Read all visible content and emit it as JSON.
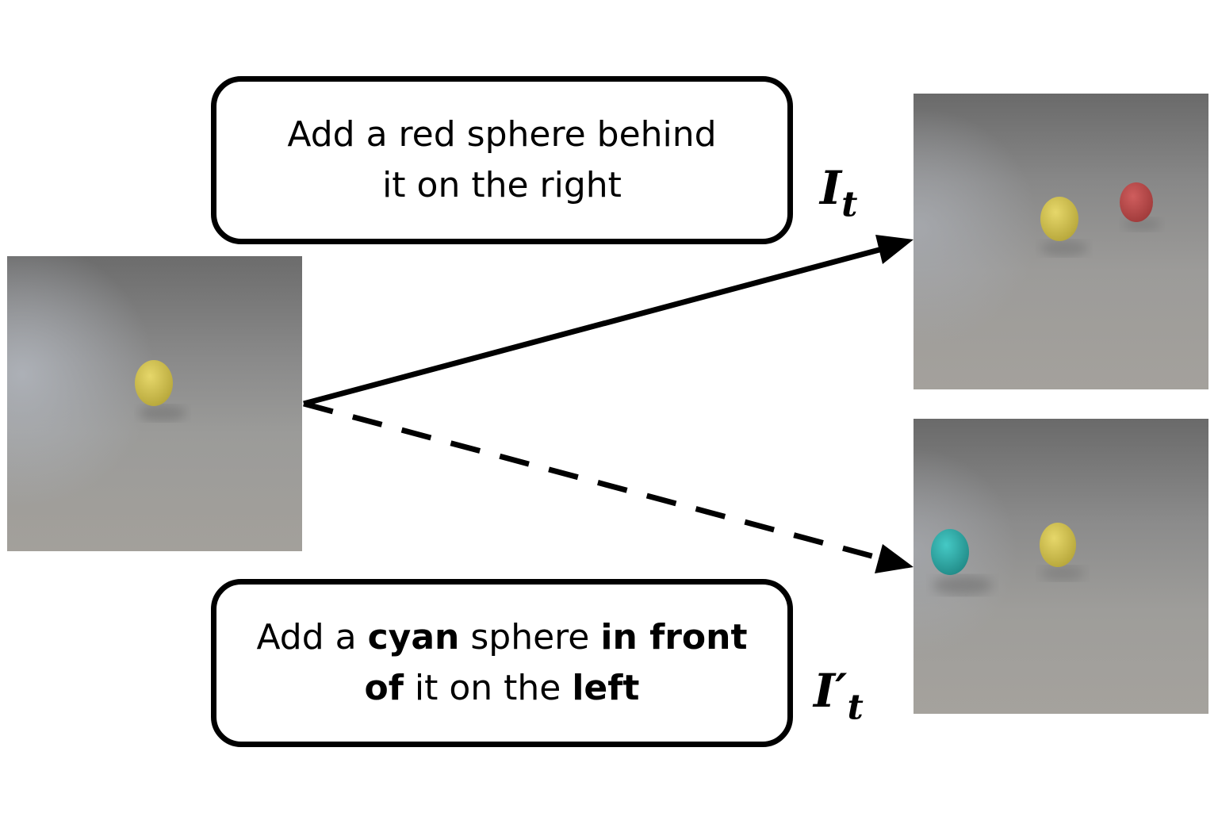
{
  "captions": {
    "top": {
      "line1": "Add a red sphere behind",
      "line2": "it on the right"
    },
    "bottom": {
      "l1_a": "Add a ",
      "l1_b": "cyan",
      "l1_c": " sphere ",
      "l1_d": "in front",
      "l2_a": "of",
      "l2_b": " it on the ",
      "l2_c": "left"
    }
  },
  "labels": {
    "target_base": "I",
    "target_sub": "t",
    "counter_base": "I′",
    "counter_sub": "t"
  },
  "colors": {
    "sphere_yellow": "#d4c24a",
    "sphere_red": "#b84747",
    "sphere_cyan": "#2fb3b0",
    "arrow": "#000000"
  }
}
